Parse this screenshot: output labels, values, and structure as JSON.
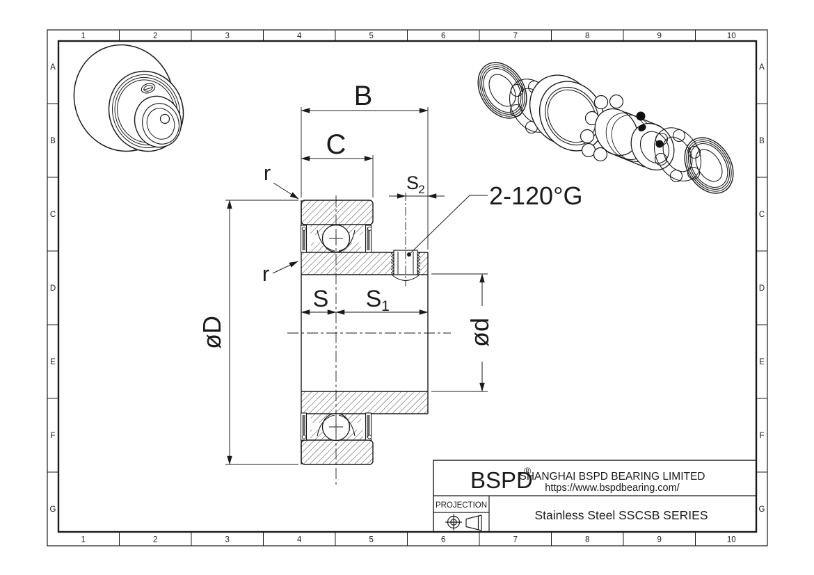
{
  "drawing": {
    "grid": {
      "cols": [
        "1",
        "2",
        "3",
        "4",
        "5",
        "6",
        "7",
        "8",
        "9",
        "10"
      ],
      "rows": [
        "A",
        "B",
        "C",
        "D",
        "E",
        "F",
        "G"
      ]
    },
    "dims": {
      "b": "B",
      "c": "C",
      "r": "r",
      "s": "S",
      "s1_main": "S",
      "s1_sub": "1",
      "s2_main": "S",
      "s2_sub": "2",
      "outer_dia": "øD",
      "bore_dia": "ød",
      "screw_note": "2-120°G"
    },
    "title_block": {
      "logo": "BSPD",
      "registered": "®",
      "company": "SHANGHAI BSPD BEARING LIMITED",
      "website": "https://www.bspdbearing.com/",
      "projection_label": "PROJECTION",
      "series_title": "Stainless Steel  SSCSB SERIES"
    },
    "colors": {
      "line": "#1a1a1a",
      "seal_fill": "#6b6b6b",
      "background": "#ffffff"
    }
  }
}
